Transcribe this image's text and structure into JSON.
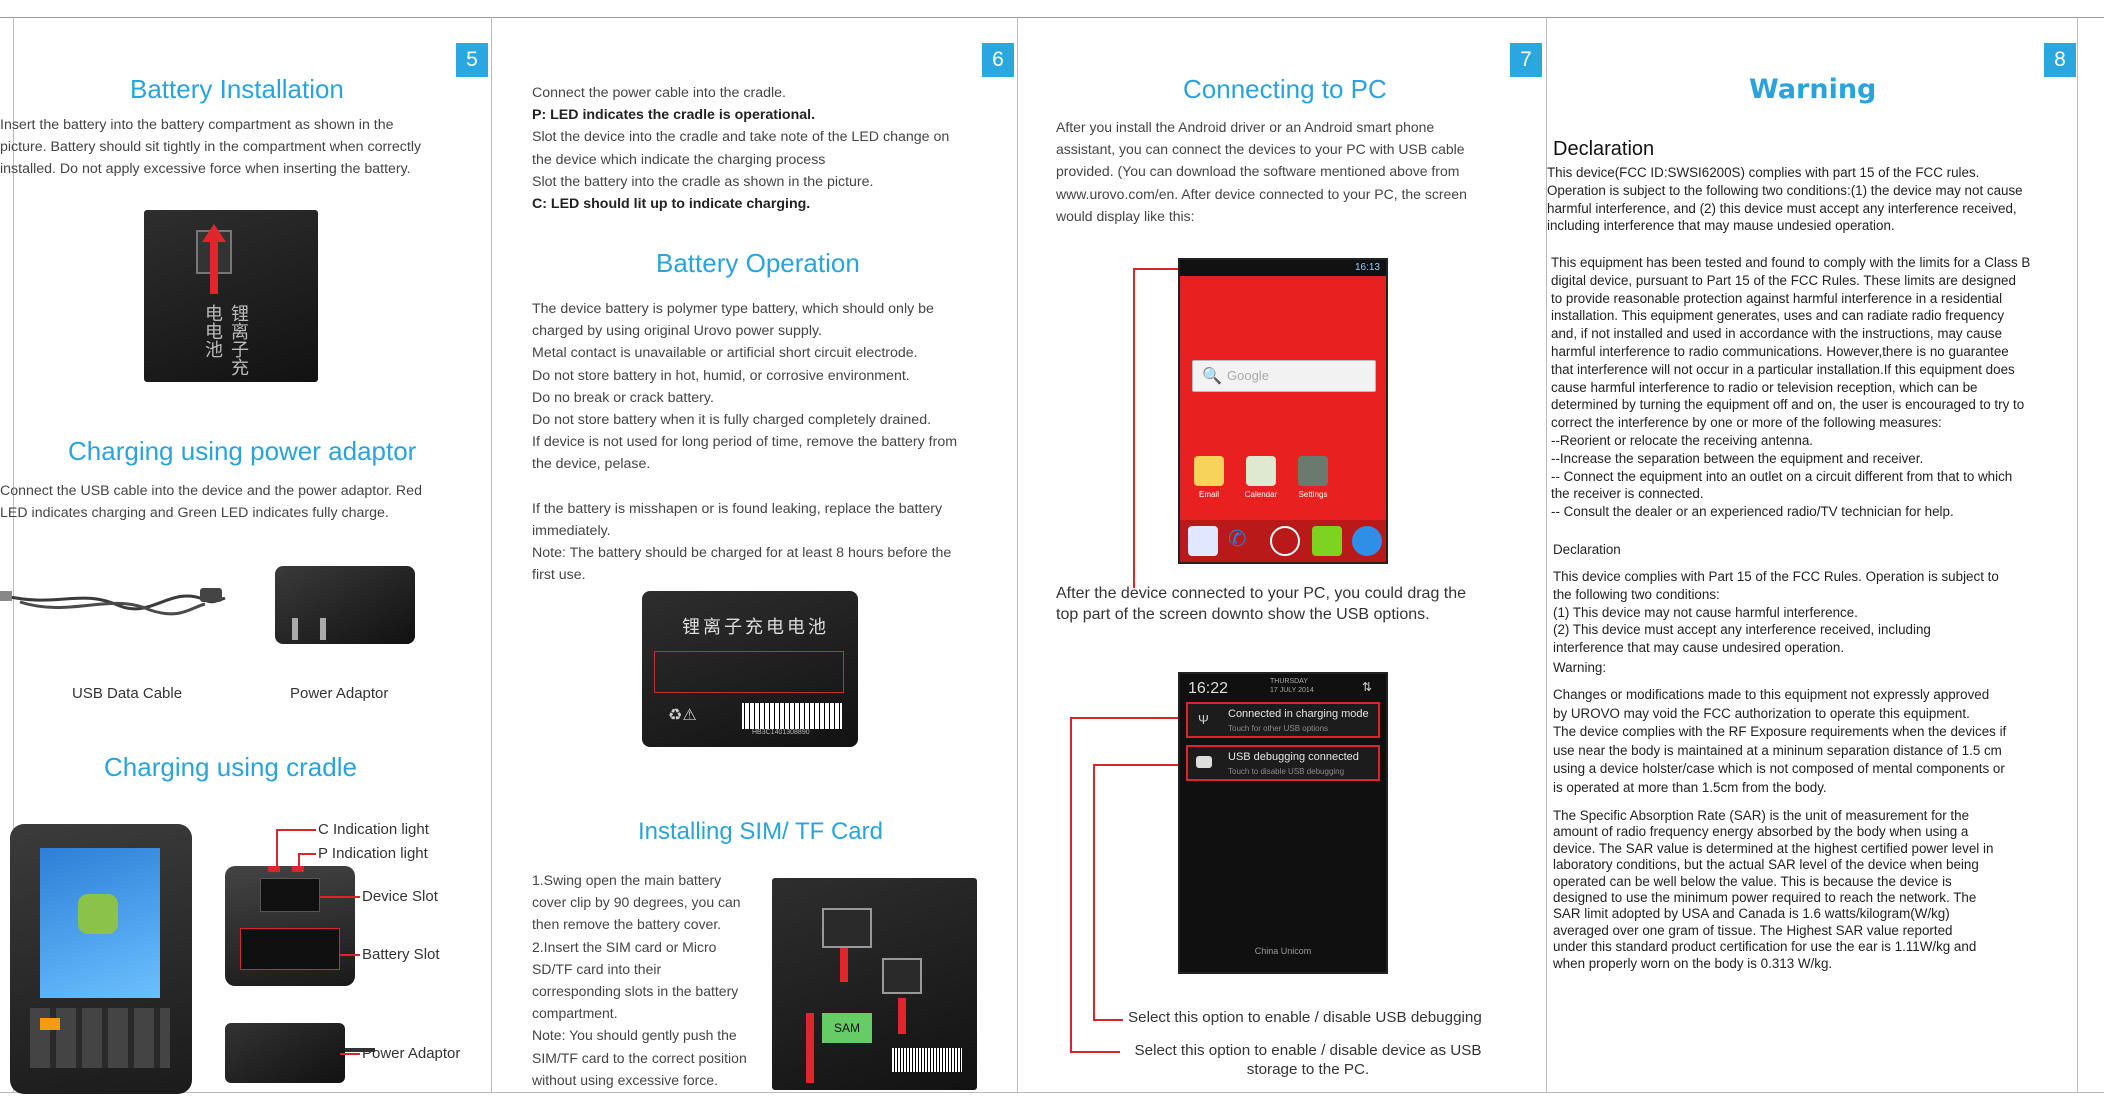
{
  "pages": {
    "p5": {
      "number": "5",
      "battery_installation": {
        "title": "Battery Installation",
        "lines": [
          "Insert  the  battery  into  the  battery  compartment  as  shown  in  the",
          "picture.  Battery should sit tightly in the compartment when correctly",
          "installed.  Do not apply excessive force when inserting the battery."
        ]
      },
      "charging_adaptor": {
        "title": "Charging using power adaptor",
        "lines": [
          "Connect the USB cable into the device and the power adaptor.  Red",
          "LED indicates charging and Green LED indicates fully charge."
        ],
        "cable_caption": "USB Data Cable",
        "adaptor_caption": "Power Adaptor"
      },
      "charging_cradle": {
        "title": "Charging using cradle",
        "callouts": [
          "C Indication light",
          "P Indication light",
          "Device Slot",
          "Battery Slot",
          "Power Adaptor"
        ]
      }
    },
    "p6": {
      "number": "6",
      "cradle_lines": [
        {
          "text": "Connect the power cable into the cradle.",
          "bold": false
        },
        {
          "text": "P: LED indicates the cradle is operational.",
          "bold": true
        },
        {
          "text": "Slot the device into the cradle and take note of the LED change on",
          "bold": false
        },
        {
          "text": "the device which indicate the charging process",
          "bold": false
        },
        {
          "text": "Slot the battery into the cradle as shown in the picture.",
          "bold": false
        },
        {
          "text": "C: LED should lit up to indicate charging.",
          "bold": true
        }
      ],
      "battery_operation": {
        "title": "Battery Operation",
        "lines": [
          "The  device  battery  is  polymer  type  battery,  which  should  only  be",
          "charged by using original Urovo power supply.",
          "Metal contact is unavailable or artificial short circuit electrode.",
          "Do not store battery in hot, humid, or corrosive environment.",
          "Do no break or crack battery.",
          "Do not store battery when it is fully charged completely drained.",
          "If device is not used for long period of time, remove the battery from",
          "the device, pelase.",
          "",
          "If  the  battery  is  misshapen  or  is  found  leaking,  replace  the  battery",
          "immediately.",
          "Note: The battery should be charged for at least 8 hours before the",
          "first use."
        ],
        "battery_label": "锂离子充电电池",
        "battery_barcode": "HB3C1401308890"
      },
      "sim": {
        "title": "Installing SIM/ TF Card",
        "lines": [
          "1.Swing open the main battery",
          "cover clip by 90 degrees, you can",
          "then remove the battery cover.",
          "2.Insert the SIM card or Micro",
          "SD/TF card into their",
          "corresponding slots in the battery",
          "compartment.",
          "Note: You should gently push the",
          "SIM/TF card to the correct position",
          "without using excessive force."
        ],
        "sam_label": "SAM"
      }
    },
    "p7": {
      "number": "7",
      "title": "Connecting to PC",
      "lines": [
        "After  you  install  the  Android  driver  or  an  Android  smart  phone",
        "assistant,  you  can  connect  the  devices  to  your  PC  with  USB  cable",
        "provided.  (You  can  download  the  software  mentioned  above  from",
        "www.urovo.com/en.  After  device  connected  to  your  PC,  the  screen",
        "would display like this:"
      ],
      "home_screen": {
        "status_time": "16:13",
        "search_placeholder": "Google",
        "apps": [
          "Email",
          "Calendar",
          "Settings"
        ]
      },
      "drag_lines": [
        "After the device connected to your PC, you could drag the",
        "top part of the screen downto show the USB options."
      ],
      "notification": {
        "time": "16:22",
        "day": "THURSDAY",
        "date": "17 JULY 2014",
        "items": [
          {
            "title": "Connected in charging mode",
            "sub": "Touch for other USB options"
          },
          {
            "title": "USB debugging connected",
            "sub": "Touch to disable USB debugging"
          }
        ],
        "carrier": "China Unicom"
      },
      "callout_debug": "Select this option to enable / disable USB debugging",
      "callout_storage": [
        "Select this option to enable / disable device as USB",
        "storage to the PC."
      ]
    },
    "p8": {
      "number": "8",
      "title": "Warning",
      "declaration_heading": "Declaration",
      "fcc_block1": [
        "This device(FCC ID:SWSI6200S) complies with part 15 of the FCC rules.",
        "Operation is subject to the following two conditions:(1) the device may not cause",
        " harmful interference,  and (2) this device must accept any interference received,",
        " including interference that may mause undesied operation."
      ],
      "fcc_block2": [
        "This equipment has been tested and found to comply with the limits for a Class B",
        " digital device, pursuant to Part 15 of the  FCC Rules. These limits are designed",
        "  to provide reasonable protection against harmful interference in a residential",
        " installation. This equipment generates, uses and can radiate radio frequency",
        " and, if  not installed and used in accordance with the instructions, may cause",
        " harmful interference to radio  communications. However,there is no guarantee",
        "  that interference will not occur in a particular  installation.If this equipment does",
        " cause harmful interference to radio or television reception,  which can be",
        " determined by turning the equipment off and on, the user is encouraged to try to",
        " correct the interference by one or more of the following measures:",
        " --Reorient or relocate the receiving antenna.",
        " --Increase the separation between the equipment and receiver.",
        " -- Connect the equipment into an outlet on a circuit different from that to which",
        " the receiver is connected.",
        " -- Consult the dealer or an experienced radio/TV technician for help."
      ],
      "declaration_small": "Declaration",
      "fcc_block3": [
        "This device complies with Part 15 of the FCC Rules. Operation is subject to",
        "the following two conditions:",
        "(1) This device may not cause harmful interference.",
        "(2) This device must accept any interference received, including",
        "interference that may cause undesired operation."
      ],
      "warning_label": "Warning:",
      "fcc_block4": [
        "Changes or modifications made to this equipment not expressly approved",
        "by UROVO may void the FCC authorization to operate this equipment.",
        "The device complies with the RF Exposure requirements when the devices  if",
        "use near the body is maintained at a mininum separation distance of 1.5 cm",
        "using a device holster/case which is not composed of mental components or",
        "is operated at more than 1.5cm from the body."
      ],
      "fcc_block5": [
        "The Specific Absorption Rate (SAR) is the unit of measurement for the",
        "amount of radio frequency energy absorbed by the body when using a",
        "device. The SAR value is determined at the highest certified power level in",
        "laboratory conditions, but the actual SAR level of the device when being",
        "operated can be well below the value. This is because the device is",
        "designed to use the minimum power required to reach the network. The",
        "SAR limit adopted by USA and Canada is 1.6 watts/kilogram(W/kg)",
        "averaged over one gram of tissue. The Highest SAR value reported",
        "under this standard product certification for use the ear is 1.11W/kg and",
        " when properly worn on the body is 0.313 W/kg."
      ]
    }
  },
  "colors": {
    "accent": "#29a8df",
    "heading": "#2aa3dd",
    "callout": "#d9252b"
  }
}
